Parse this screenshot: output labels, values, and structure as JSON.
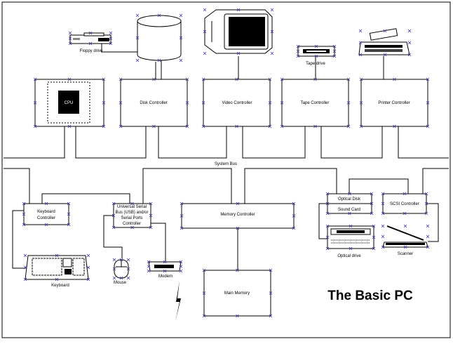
{
  "title": "The Basic PC",
  "bus_label": "System Bus",
  "devices": {
    "floppy": "Floppy drive",
    "tape": "Tape drive",
    "optical_drive": "Optical drive",
    "scanner": "Scanner",
    "keyboard": "Keyboard",
    "mouse": "Mouse",
    "modem": "Modem"
  },
  "components": {
    "cpu": "CPU",
    "disk_controller": "Disk Controller",
    "video_controller": "Video Controller",
    "tape_controller": "Tape Controller",
    "printer_controller": "Printer Controller",
    "keyboard_controller_1": "Keyboard",
    "keyboard_controller_2": "Controller",
    "usb_1": "Universal Serial",
    "usb_2": "Bus (USB) and/or",
    "usb_3": "Serial Ports",
    "usb_4": "Controller",
    "memory_controller": "Memory Controller",
    "main_memory": "Main Memory",
    "optical_disk": "Optical Disk",
    "sound_card": "Sound Card",
    "scsi_controller": "SCSI Controller"
  },
  "colors": {
    "handle": "#3a3aa8",
    "line": "#000000",
    "background": "#ffffff"
  }
}
